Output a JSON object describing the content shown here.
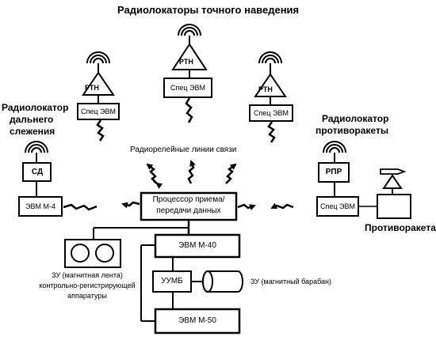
{
  "title": "Радиолокаторы точного наведения",
  "labels": {
    "rth": "РТН",
    "spec_evm": "Спец ЭВМ",
    "radio_links": "Радиорелейные линии связи",
    "long_range_line1": "Радиолокатор",
    "long_range_line2": "дальнего",
    "long_range_line3": "слежения",
    "sd": "СД",
    "evm_m4": "ЭВМ М-4",
    "anti_missile_line1": "Радиолокатор",
    "anti_missile_line2": "противоракеты",
    "rpr": "РПР",
    "spec_evm_rpr": "Спец ЭВМ",
    "anti_missile": "Противоракета",
    "processor_line1": "Процессор приема/",
    "processor_line2": "передачи данных",
    "evm_m40": "ЭВМ М-40",
    "uumb": "УУМБ",
    "evm_m50": "ЭВМ М-50",
    "tape_line1": "ЗУ (магнитная лента)",
    "tape_line2": "контрольно-регистрирующей",
    "tape_line3": "аппаратуры",
    "drum": "ЗУ (магнитный барабан)"
  }
}
